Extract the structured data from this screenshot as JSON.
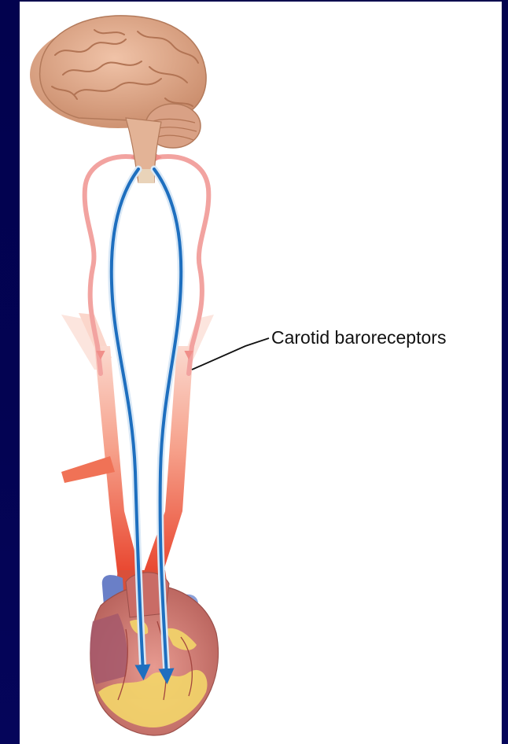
{
  "labels": {
    "carotid": "Carotid baroreceptors"
  },
  "colors": {
    "background": "#030353",
    "panel": "#ffffff",
    "afferent_nerve": "#f2a3a0",
    "efferent_nerve": "#1e6fbf",
    "artery": "#e8432c",
    "brain": "#e0a98a",
    "heart": "#c9706a",
    "fat": "#f3d66a"
  },
  "icons": {
    "brain": "brain-illustration",
    "heart": "heart-illustration"
  }
}
